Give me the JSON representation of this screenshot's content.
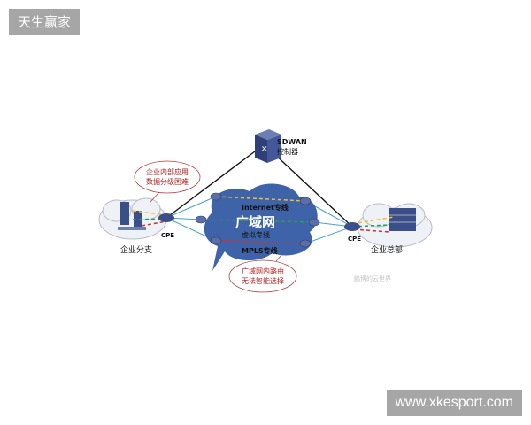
{
  "overlay": {
    "top_left_label": "天生赢家",
    "bottom_right_label": "www.xkesport.com"
  },
  "diagram": {
    "controller": {
      "line1": "SDWAN",
      "line2": "控制器"
    },
    "wan_cloud": {
      "title": "广域网",
      "internet": "Internet专线",
      "virtual": "虚拟专线",
      "mpls": "MPLS专线"
    },
    "branch": {
      "label": "企业分支",
      "cpe": "CPE"
    },
    "hq": {
      "label": "企业总部",
      "cpe": "CPE"
    },
    "callout_top": {
      "line1": "企业内部应用",
      "line2": "数据分级困难"
    },
    "callout_bottom": {
      "line1": "广域网内路由",
      "line2": "无法智能选择"
    },
    "watermark": "鹏博的云世界",
    "colors": {
      "cloud": "#3f63a8",
      "internet_line": "#f0c030",
      "virtual_line": "#2a9a5a",
      "mpls_line": "#d03030",
      "callout_border": "#b04040",
      "callout_text": "#b02020"
    }
  }
}
